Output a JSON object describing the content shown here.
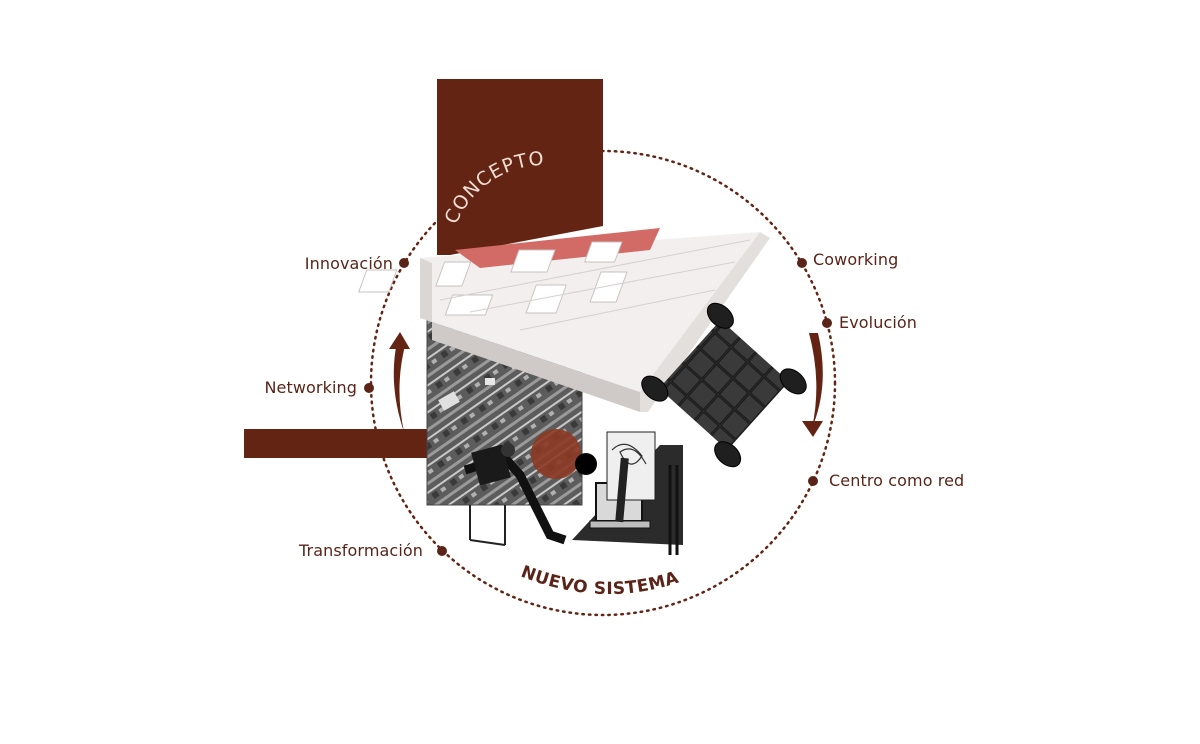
{
  "concept_title": "CONCEPTO",
  "bottom_title": "NUEVO SISTEMA",
  "left_items": [
    "Innovación",
    "Networking",
    "Transformación"
  ],
  "right_items": [
    "Coworking",
    "Evolución",
    "Centro como red"
  ],
  "colors": {
    "primary": "#632413",
    "label": "#5a2418",
    "concept_text": "#f0ddd3",
    "model_accent": "#d26a66"
  },
  "icons": [
    "architectural-model",
    "aerial-photo",
    "seated-man",
    "meeting-table",
    "notebook-sketch",
    "laptop",
    "pencils"
  ]
}
